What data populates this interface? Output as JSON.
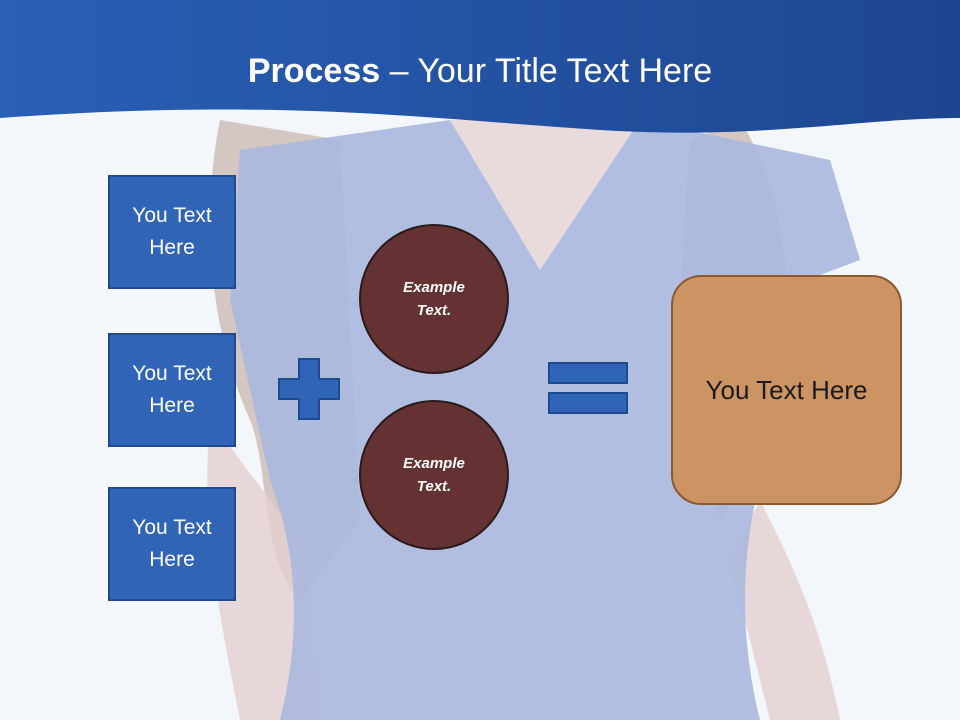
{
  "header": {
    "title_bold": "Process",
    "title_rest": " – Your Title Text Here"
  },
  "left_boxes": [
    {
      "label": "You Text Here"
    },
    {
      "label": "You Text Here"
    },
    {
      "label": "You Text Here"
    }
  ],
  "circles": [
    {
      "label": "Example Text."
    },
    {
      "label": "Example Text."
    }
  ],
  "result": {
    "label": "You Text Here"
  },
  "colors": {
    "header": "#2459b0",
    "box_fill": "#2f64b7",
    "circle_fill": "#643232",
    "result_fill": "#cc9463",
    "background": "#f3f6fb"
  },
  "icons": [
    "plus-icon",
    "equals-icon"
  ]
}
